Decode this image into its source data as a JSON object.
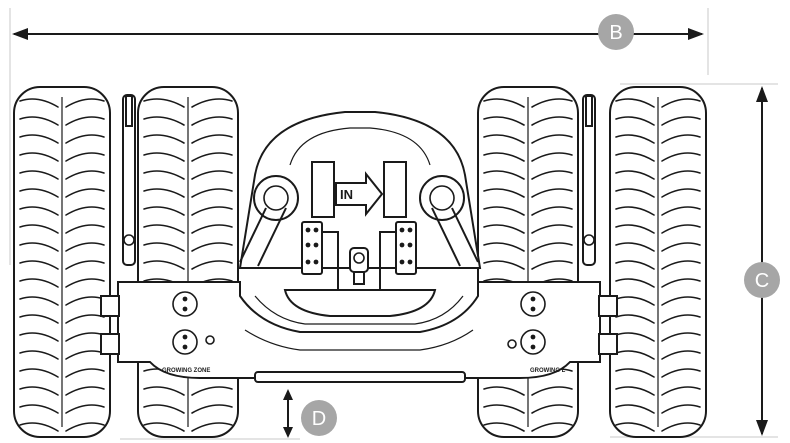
{
  "diagram": {
    "callouts": [
      {
        "key": "B",
        "label": "B"
      },
      {
        "key": "C",
        "label": "C"
      },
      {
        "key": "D",
        "label": "D"
      }
    ],
    "direction_label": "IN",
    "side_labels": {
      "left": "GROWING  ZONE",
      "right": "GROWING L"
    },
    "colors": {
      "badge": "#a6a6a6",
      "line": "#1a1a1a",
      "guide": "#c8c8c8"
    }
  }
}
